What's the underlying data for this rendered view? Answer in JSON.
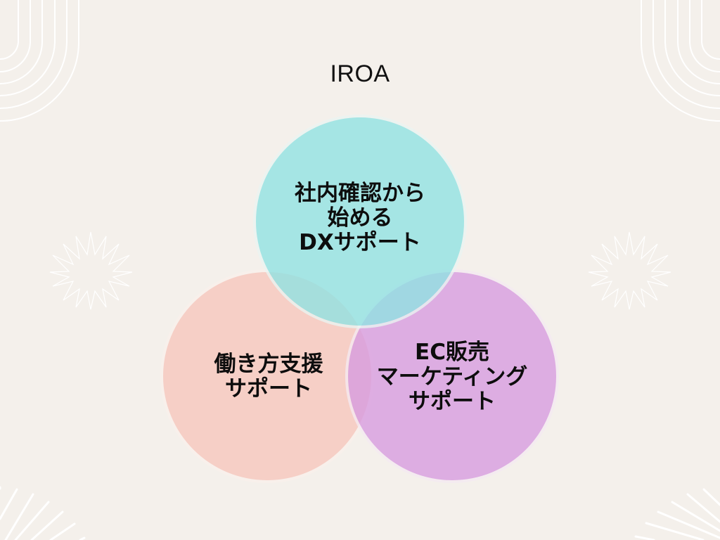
{
  "title": "IROA",
  "colors": {
    "background": "#f4f0eb",
    "circle_top": "#a8e7e7",
    "circle_left": "#f7d5cf",
    "circle_right": "#deaee8",
    "outline": "#faf8f5",
    "text": "#0d0d0d"
  },
  "circles": [
    {
      "id": "top",
      "lines": [
        "社内確認から",
        "始める",
        "DXサポート"
      ]
    },
    {
      "id": "left",
      "lines": [
        "働き方支援",
        "サポート"
      ]
    },
    {
      "id": "right",
      "lines": [
        "EC販売",
        "マーケティング",
        "サポート"
      ]
    }
  ],
  "decorations": {
    "top_left": "concentric-arcs",
    "top_right": "concentric-arcs",
    "mid_left": "starburst",
    "mid_right": "starburst",
    "bottom_left": "radiating-lines",
    "bottom_right": "radiating-lines"
  }
}
